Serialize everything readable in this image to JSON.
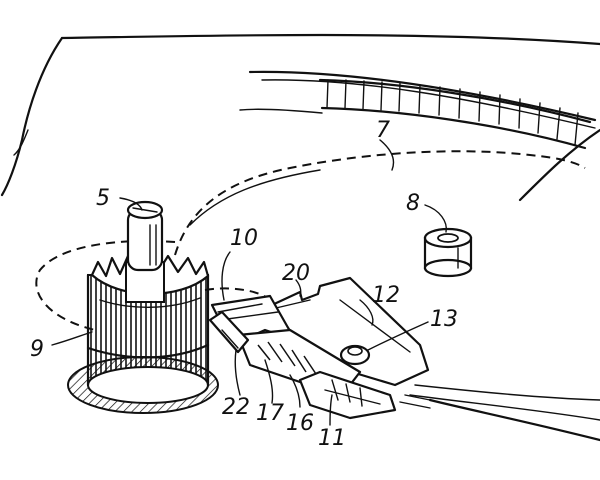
{
  "labels": {
    "l5": "5",
    "l7": "7",
    "l8": "8",
    "l9": "9",
    "l10": "10",
    "l11": "11",
    "l12": "12",
    "l13": "13",
    "l16": "16",
    "l17": "17",
    "l20": "20",
    "l22": "22"
  }
}
